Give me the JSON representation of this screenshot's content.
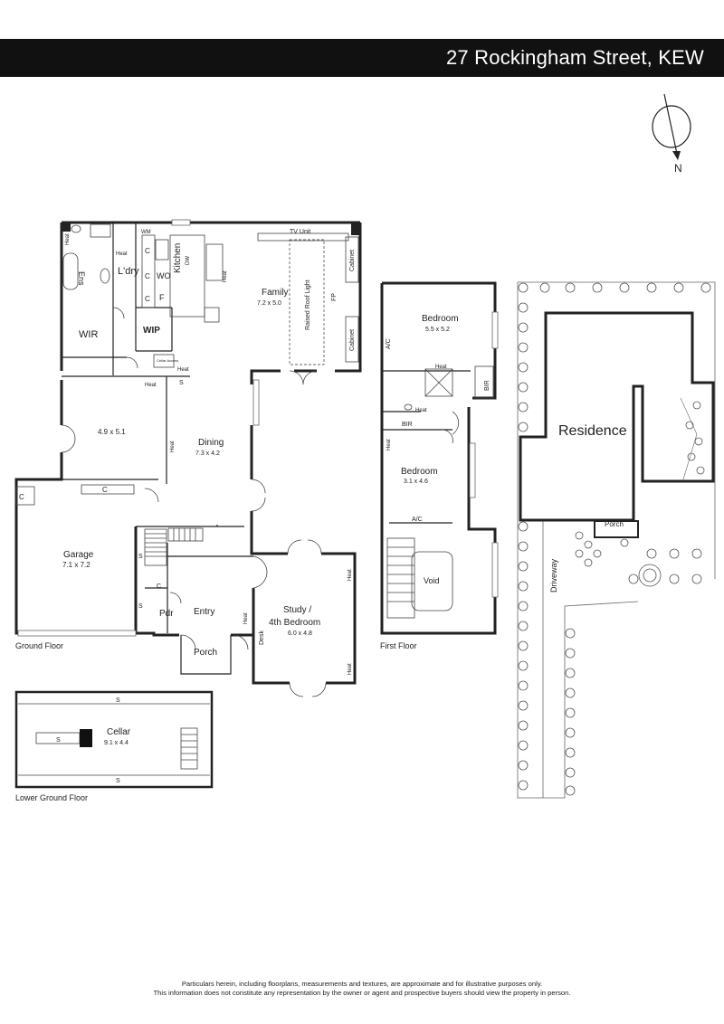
{
  "header": {
    "title": "27 Rockingham Street, KEW"
  },
  "compass": {
    "north_label": "N"
  },
  "floors": {
    "ground": "Ground Floor",
    "first": "First Floor",
    "lower": "Lower Ground Floor"
  },
  "ground_labels": {
    "heat": "Heat",
    "wm": "WM",
    "ens": "Ens",
    "ldry": "L'dry",
    "c": "C",
    "wo": "WO",
    "f": "F",
    "kitchen": "Kitchen",
    "dw": "DW",
    "wip": "WIP",
    "wir": "WIR",
    "cellar_access": "Cellar\nAccess",
    "tv_unit": "TV Unit",
    "family": "Family",
    "family_dim": "7.2 x 5.0",
    "raised_roof": "Raised Roof Light",
    "cabinet": "Cabinet",
    "fp": "FP",
    "s": "S",
    "room_dim": "4.9 x 5.1",
    "dining": "Dining",
    "dining_dim": "7.3 x 4.2",
    "garage": "Garage",
    "garage_dim": "7.1 x 7.2",
    "pdr": "Pdr",
    "entry": "Entry",
    "porch": "Porch",
    "study": "Study /",
    "study2": "4th Bedroom",
    "study_dim": "6.0 x 4.8",
    "desk": "Desk"
  },
  "first_labels": {
    "bedroom": "Bedroom",
    "bed1_dim": "5.5 x 5.2",
    "ac": "A/C",
    "heat": "Heat",
    "bir": "BIR",
    "bed2_dim": "3.1 x 4.6",
    "void": "Void"
  },
  "cellar_labels": {
    "cellar": "Cellar",
    "dim": "9.1 x 4.4",
    "s": "S"
  },
  "site": {
    "residence": "Residence",
    "porch": "Porch",
    "driveway": "Driveway"
  },
  "footer": {
    "line1": "Particulars herein, including floorplans, measurements and textures, are approximate and for illustrative purposes only.",
    "line2": "This information does not constitute any representation by the owner or agent and prospective buyers should view the property in person."
  }
}
